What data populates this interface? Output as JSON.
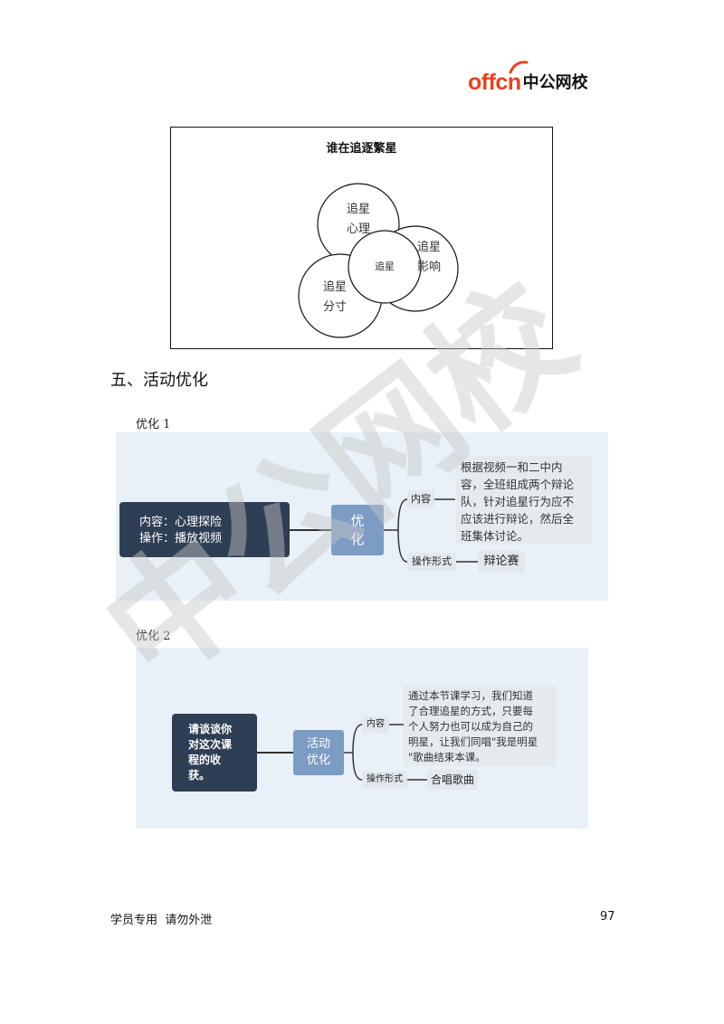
{
  "header": {
    "logo_latin": "offcn",
    "logo_cn": "中公网校"
  },
  "watermark": {
    "text": "中公网校"
  },
  "venn": {
    "title": "谁在追逐繁星",
    "circles": [
      {
        "line1": "追星",
        "line2": "心理"
      },
      {
        "line1": "追星",
        "line2": "影响"
      },
      {
        "line1": "追星",
        "line2": "分寸"
      }
    ],
    "center": "追星"
  },
  "section": {
    "heading": "五、活动优化"
  },
  "opt1": {
    "heading": "优化 1",
    "root_line1": "内容：心理探险",
    "root_line2": "操作：播放视频",
    "mid_line1": "优",
    "mid_line2": "化",
    "branch1_label": "内容",
    "branch1_text_lines": [
      "根据视频一和二中内",
      "容，全班组成两个辩论",
      "队，针对追星行为应不",
      "应该进行辩论，然后全",
      "班集体讨论。"
    ],
    "branch2_label": "操作形式",
    "branch2_text": "辩论赛"
  },
  "opt2": {
    "heading": "优化 2",
    "root_lines": [
      "请谈谈你",
      "对这次课",
      "程的收",
      "获。"
    ],
    "mid_line1": "活动",
    "mid_line2": "优化",
    "branch1_label": "内容",
    "branch1_text_lines": [
      "通过本节课学习，我们知道",
      "了合理追星的方式，只要每",
      "个人努力也可以成为自己的",
      "明星，让我们同唱\"我是明星",
      "\"歌曲结束本课。"
    ],
    "branch2_label": "操作形式",
    "branch2_text": "合唱歌曲"
  },
  "footer": {
    "left": "学员专用  请勿外泄",
    "page_number": "97"
  }
}
